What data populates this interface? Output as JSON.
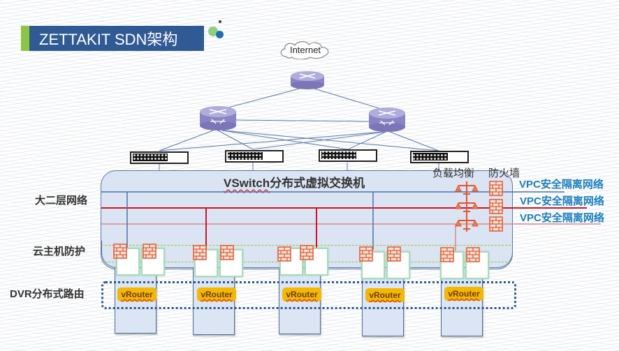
{
  "title": "ZETTAKIT SDN架构",
  "internet_label": "Internet",
  "vswitch_label_prefix": "VSwitch",
  "vswitch_label_suffix": "分布式虚拟交换机",
  "row_labels": {
    "layer2": "大二层网络",
    "host_protection": "云主机防护",
    "dvr": "DVR分布式路由"
  },
  "service_labels": {
    "load_balancer": "负载均衡",
    "firewall": "防火墙"
  },
  "vpc_labels": [
    "VPC安全隔离网络",
    "VPC安全隔离网络",
    "VPC安全隔离网络"
  ],
  "vrouter_labels": [
    "vRouter",
    "vRouter",
    "vRouter",
    "vRouter",
    "vRouter"
  ],
  "colors": {
    "title_bg": "#2f5a94",
    "title_accent": "#8cc63f",
    "vpc_blue": "#4a72b0",
    "vpc_red": "#d2141e",
    "vpc_pink": "#d9888c",
    "vpc_text": "#1a7fc0",
    "vrouter_bg": "#f5b800",
    "firewall": "#e8542c"
  }
}
